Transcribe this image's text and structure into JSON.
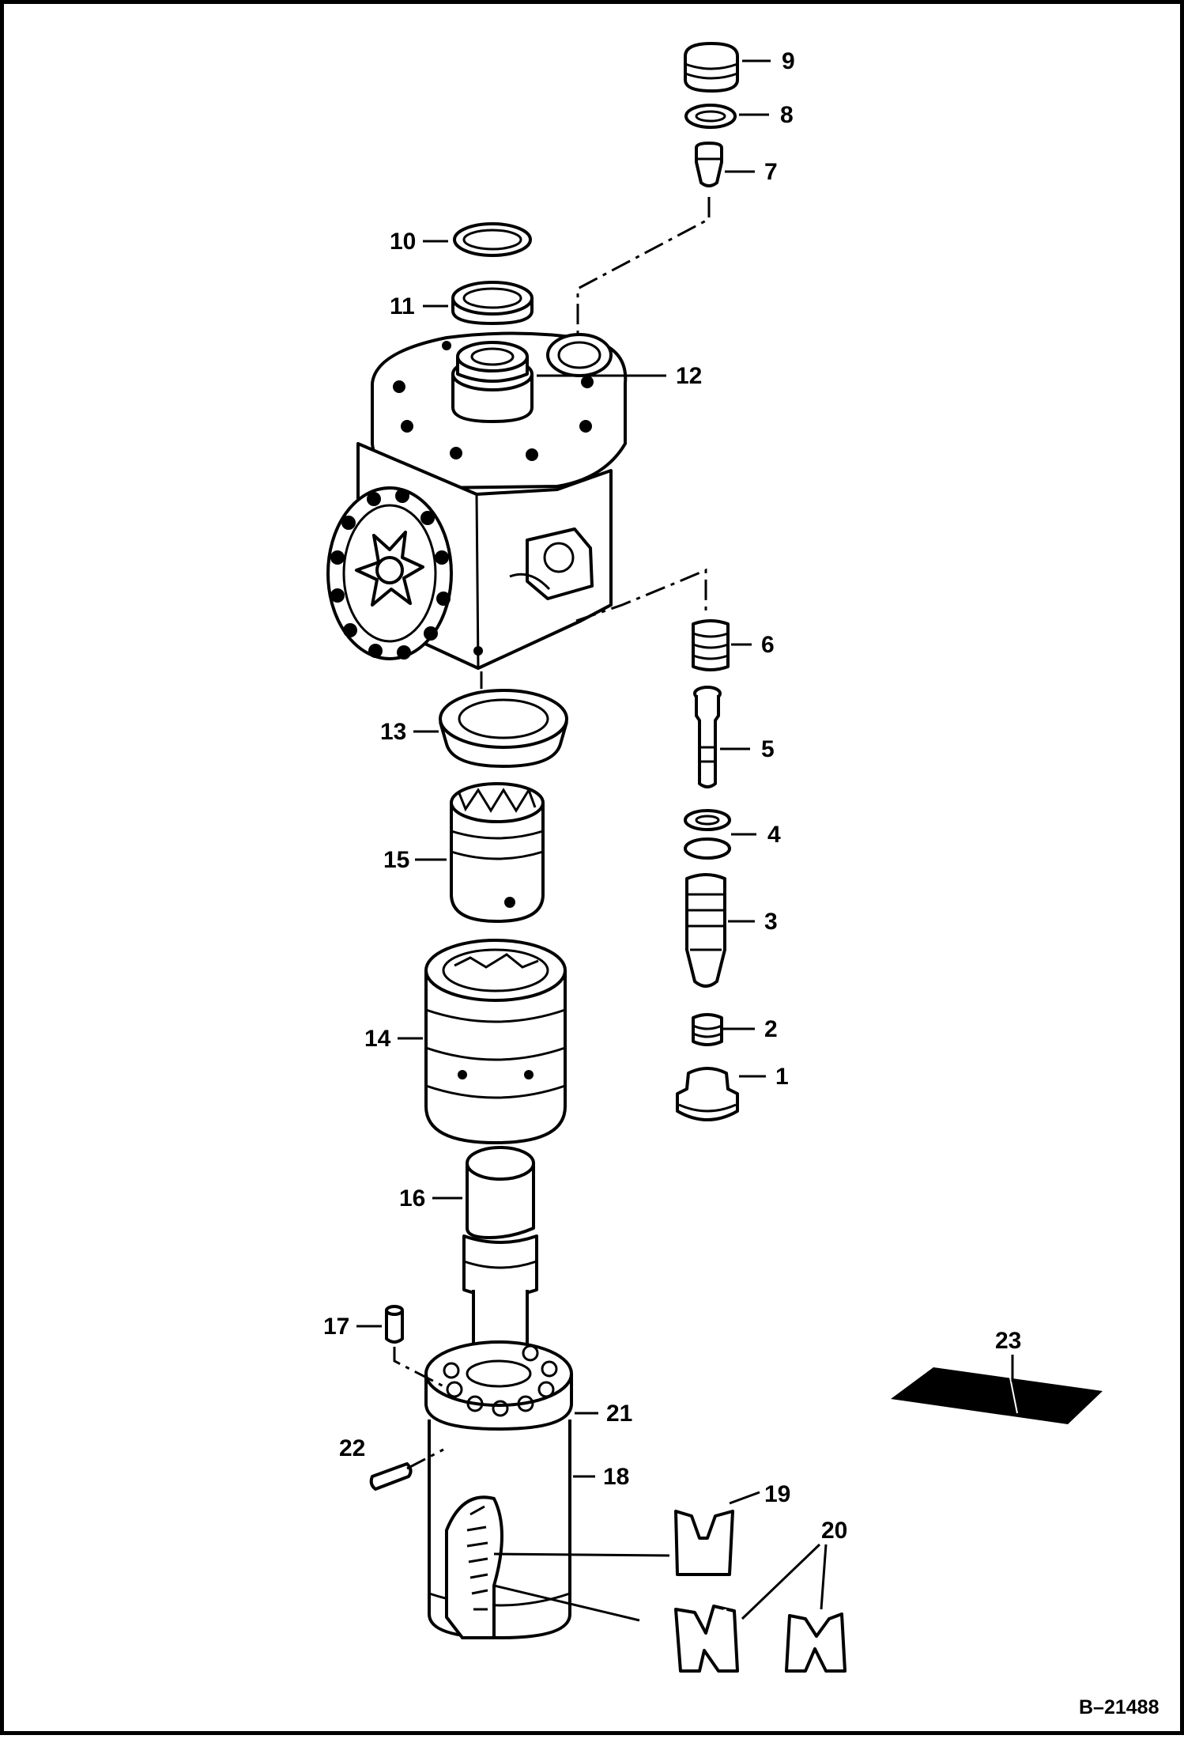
{
  "labels": {
    "p1": "1",
    "p2": "2",
    "p3": "3",
    "p4": "4",
    "p5": "5",
    "p6": "6",
    "p7": "7",
    "p8": "8",
    "p9": "9",
    "p10": "10",
    "p11": "11",
    "p12": "12",
    "p13": "13",
    "p14": "14",
    "p15": "15",
    "p16": "16",
    "p17": "17",
    "p18": "18",
    "p19": "19",
    "p20": "20",
    "p21": "21",
    "p22": "22",
    "p23": "23"
  },
  "reference": "B–21488",
  "colors": {
    "ink": "#000000",
    "paper": "#ffffff"
  }
}
